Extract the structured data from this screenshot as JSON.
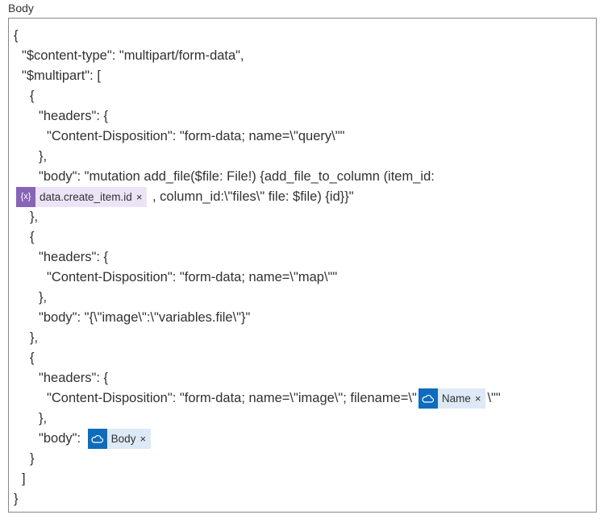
{
  "label": "Body",
  "lines": {
    "l1": "{",
    "l2": "\"$content-type\": \"multipart/form-data\",",
    "l3": "\"$multipart\": [",
    "l4": "{",
    "l5": "\"headers\": {",
    "l6": "\"Content-Disposition\": \"form-data; name=\\\"query\\\"\"",
    "l7": "},",
    "l8": "\"body\": \"mutation add_file($file: File!) {add_file_to_column (item_id:",
    "l9_after": ", column_id:\\\"files\\\" file: $file) {id}}\"",
    "l10": "},",
    "l11": "{",
    "l12": "\"headers\": {",
    "l13": "\"Content-Disposition\": \"form-data; name=\\\"map\\\"\"",
    "l14": "},",
    "l15": "\"body\": \"{\\\"image\\\":\\\"variables.file\\\"}\"",
    "l16": "},",
    "l17": "{",
    "l18": "\"headers\": {",
    "l19_before": "\"Content-Disposition\": \"form-data; name=\\\"image\\\"; filename=\\\"",
    "l19_after": "\\\"\"",
    "l20": "},",
    "l21_before": "\"body\":",
    "l22": "}",
    "l23": "]",
    "l24": "}"
  },
  "tokens": {
    "expr": {
      "label": "data.create_item.id",
      "remove": "×",
      "icon": "{x}"
    },
    "name": {
      "label": "Name",
      "remove": "×",
      "icon": "cloud-icon"
    },
    "body": {
      "label": "Body",
      "remove": "×",
      "icon": "cloud-icon"
    }
  },
  "colors": {
    "expression": "#8764b8",
    "onedrive": "#0f6cbd"
  }
}
